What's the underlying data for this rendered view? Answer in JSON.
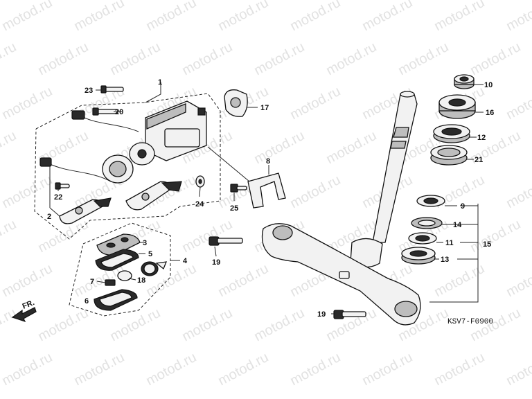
{
  "watermark": "motod.ru",
  "diagram_code": "KSV7-F0900",
  "direction_label": "FR.",
  "callouts": {
    "c1": "1",
    "c2": "2",
    "c3": "3",
    "c4": "4",
    "c5": "5",
    "c6": "6",
    "c7": "7",
    "c8": "8",
    "c9": "9",
    "c10": "10",
    "c11": "11",
    "c12": "12",
    "c13": "13",
    "c14": "14",
    "c15": "15",
    "c16": "16",
    "c17": "17",
    "c18": "18",
    "c19a": "19",
    "c19b": "19",
    "c20": "20",
    "c21": "21",
    "c22": "22",
    "c23": "23",
    "c24": "24",
    "c25": "25"
  },
  "colors": {
    "line": "#222222",
    "part_fill": "#f2f2f2",
    "watermark": "#e2e2e2"
  }
}
